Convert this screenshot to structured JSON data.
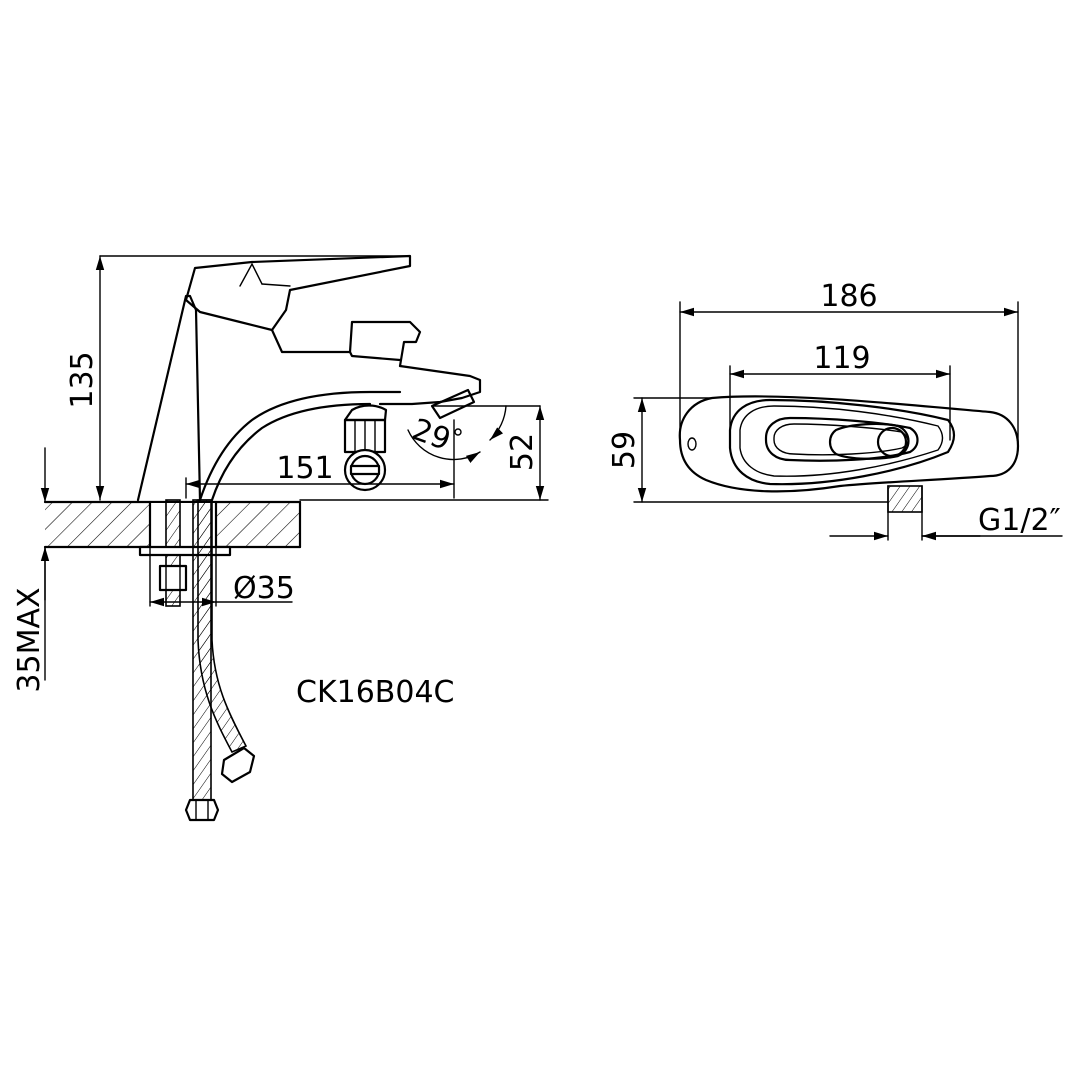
{
  "model": "CK16B04C",
  "dimensions": {
    "height_total": "135",
    "spout_reach": "151",
    "spout_angle": "29",
    "spout_height": "52",
    "deck_thickness_max": "35MAX",
    "hole_diameter": "Ø35",
    "overall_length": "186",
    "handle_length": "119",
    "overall_width": "59",
    "inlet_thread": "G1/2″"
  }
}
